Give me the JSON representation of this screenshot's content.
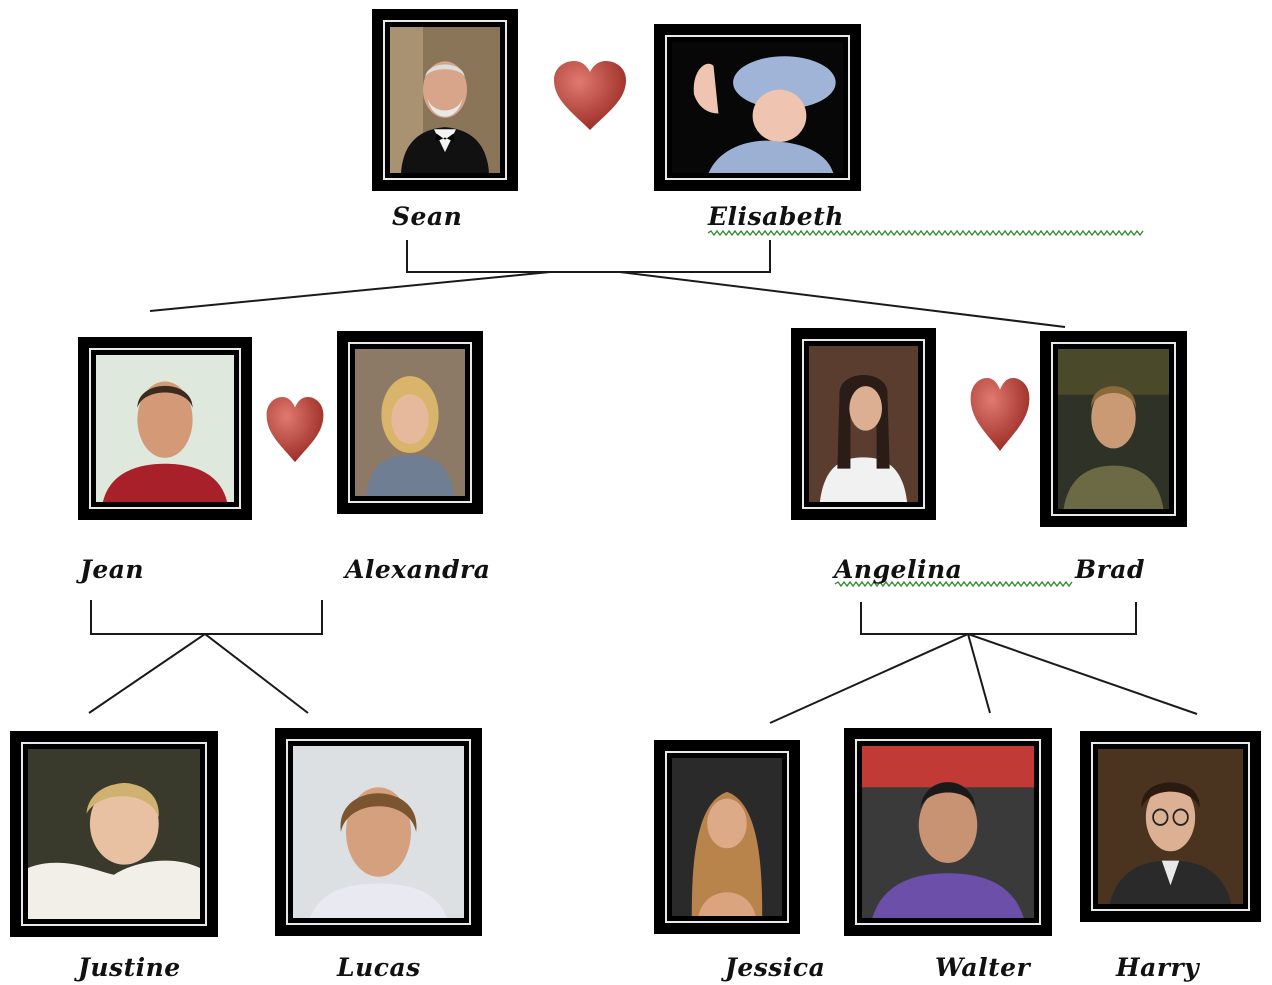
{
  "people": {
    "sean": "Sean",
    "elisabeth": "Elisabeth",
    "jean": "Jean",
    "alexandra": "Alexandra",
    "angelina": "Angelina",
    "brad": "Brad",
    "justine": "Justine",
    "lucas": "Lucas",
    "jessica": "Jessica",
    "walter": "Walter",
    "harry": "Harry"
  },
  "colors": {
    "heart": "#b8443c",
    "frame": "#000000",
    "connector": "#1a1a1a",
    "spellcheck": "#2e8b2e"
  },
  "icons": [
    "heart-icon"
  ]
}
